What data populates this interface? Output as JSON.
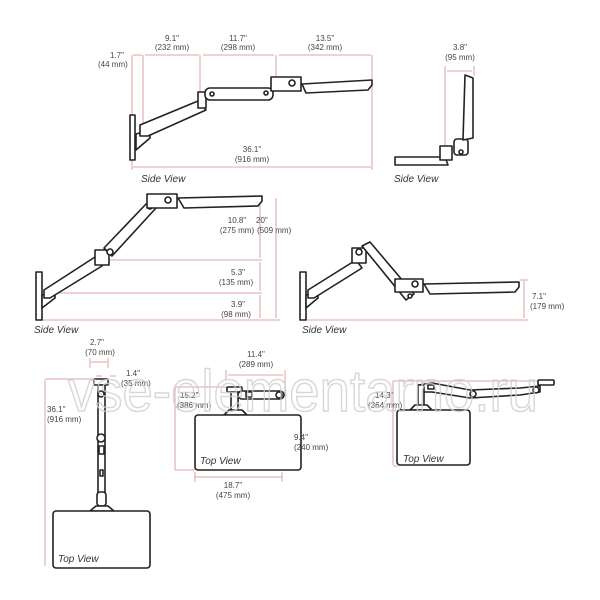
{
  "watermark": "vse-elementarno.ru",
  "panels": {
    "side_extended": {
      "caption": "Side View",
      "dims": [
        {
          "in": "1.7\"",
          "mm": "(44 mm)"
        },
        {
          "in": "9.1\"",
          "mm": "(232 mm)"
        },
        {
          "in": "11.7\"",
          "mm": "(298 mm)"
        },
        {
          "in": "13.5\"",
          "mm": "(342 mm)"
        },
        {
          "in": "36.1\"",
          "mm": "(916 mm)"
        }
      ]
    },
    "side_folded": {
      "caption": "Side View",
      "dims": [
        {
          "in": "3.8\"",
          "mm": "(95 mm)"
        }
      ]
    },
    "side_raised": {
      "caption": "Side View",
      "dims": [
        {
          "in": "10.8\"",
          "mm": "(275 mm)"
        },
        {
          "in": "20\"",
          "mm": "(509 mm)"
        },
        {
          "in": "5.3\"",
          "mm": "(135 mm)"
        },
        {
          "in": "3.9\"",
          "mm": "(98 mm)"
        }
      ]
    },
    "side_lowered": {
      "caption": "Side View",
      "dims": [
        {
          "in": "7.1\"",
          "mm": "(179 mm)"
        }
      ]
    },
    "top_extended": {
      "caption": "Top View",
      "dims": [
        {
          "in": "2.7\"",
          "mm": "(70 mm)"
        },
        {
          "in": "1.4\"",
          "mm": "(35 mm)"
        },
        {
          "in": "36.1\"",
          "mm": "(916 mm)"
        }
      ]
    },
    "top_folded": {
      "caption": "Top View",
      "dims": [
        {
          "in": "11.4\"",
          "mm": "(289 mm)"
        },
        {
          "in": "15.2\"",
          "mm": "(386 mm)"
        },
        {
          "in": "9.4\"",
          "mm": "(240 mm)"
        },
        {
          "in": "18.7\"",
          "mm": "(475 mm)"
        }
      ]
    },
    "top_swivel": {
      "caption": "Top View",
      "dims": [
        {
          "in": "14.3\"",
          "mm": "(364 mm)"
        }
      ]
    }
  }
}
